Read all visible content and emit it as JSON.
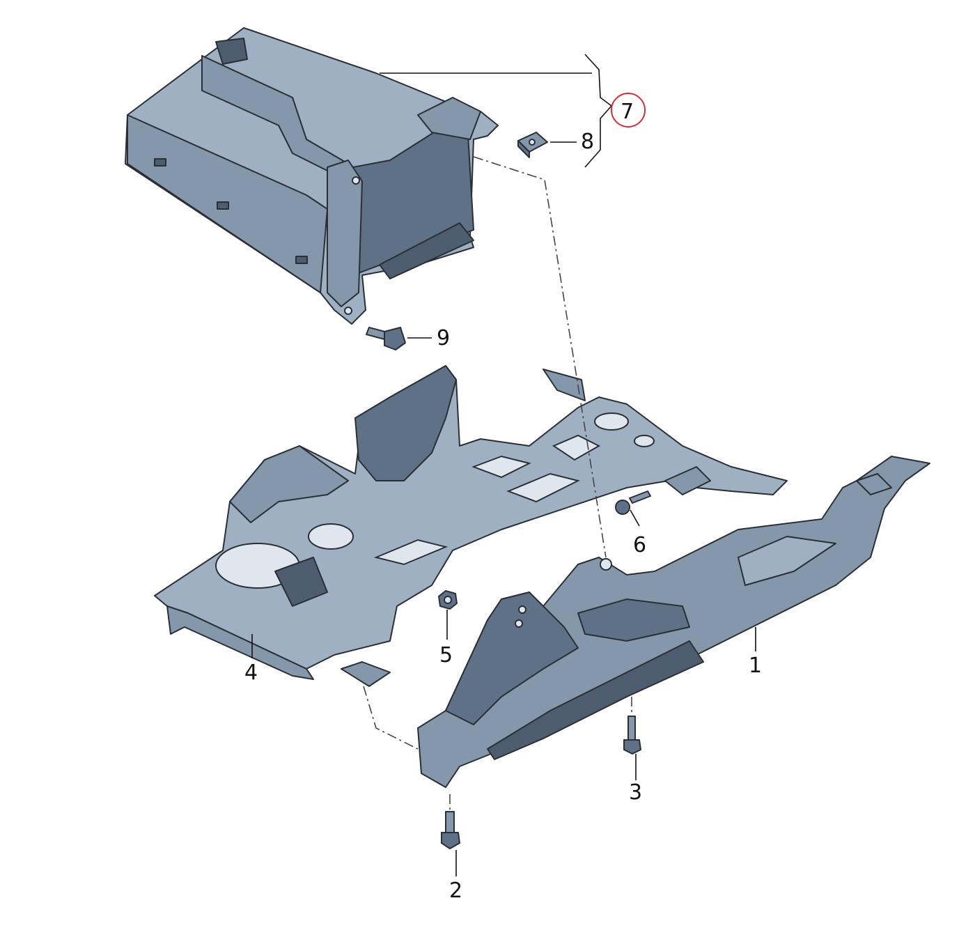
{
  "callouts": [
    {
      "id": "1",
      "label": "1"
    },
    {
      "id": "2",
      "label": "2"
    },
    {
      "id": "3",
      "label": "3"
    },
    {
      "id": "4",
      "label": "4"
    },
    {
      "id": "5",
      "label": "5"
    },
    {
      "id": "6",
      "label": "6"
    },
    {
      "id": "7",
      "label": "7",
      "highlighted": true
    },
    {
      "id": "8",
      "label": "8"
    },
    {
      "id": "9",
      "label": "9"
    }
  ],
  "colors": {
    "part_fill": "#8497ab",
    "highlight_ring": "#d0303a",
    "line": "#111111"
  }
}
